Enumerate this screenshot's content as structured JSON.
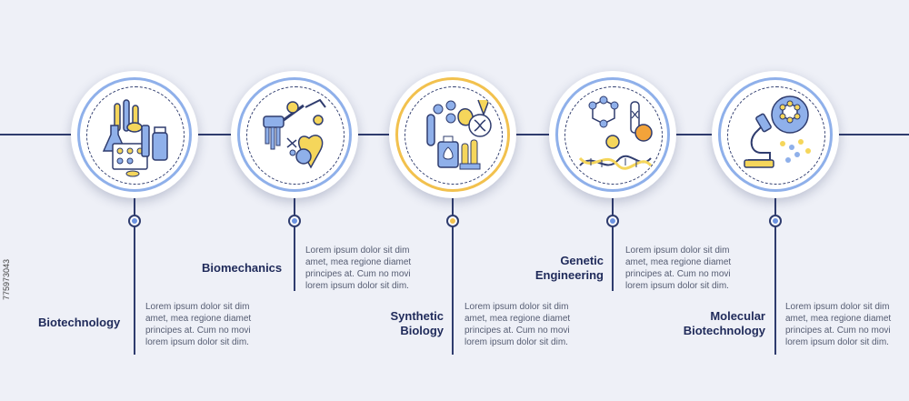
{
  "steps": [
    {
      "title": "Biotechnology",
      "icon": "biotech-lab-icon",
      "accent": "#8fb0ea",
      "desc": [
        "Lorem ipsum dolor sit dim",
        "amet, mea regione diamet",
        "principes at. Cum no movi",
        "lorem ipsum dolor sit dim."
      ]
    },
    {
      "title": "Biomechanics",
      "icon": "biomechanics-arm-heart-icon",
      "accent": "#8fb0ea",
      "desc": [
        "Lorem ipsum dolor sit dim",
        "amet, mea regione diamet",
        "principes at. Cum no movi",
        "lorem ipsum dolor sit dim."
      ]
    },
    {
      "title_lines": [
        "Synthetic",
        "Biology"
      ],
      "icon": "synthetic-biology-icon",
      "accent": "#f2c14e",
      "desc": [
        "Lorem ipsum dolor sit dim",
        "amet, mea regione diamet",
        "principes at. Cum no movi",
        "lorem ipsum dolor sit dim."
      ]
    },
    {
      "title_lines": [
        "Genetic",
        "Engineering"
      ],
      "icon": "dna-molecule-icon",
      "accent": "#8fb0ea",
      "desc": [
        "Lorem ipsum dolor sit dim",
        "amet, mea regione diamet",
        "principes at. Cum no movi",
        "lorem ipsum dolor sit dim."
      ]
    },
    {
      "title_lines": [
        "Molecular",
        "Biotechnology"
      ],
      "icon": "microscope-molecule-icon",
      "accent": "#8fb0ea",
      "desc": [
        "Lorem ipsum dolor sit dim",
        "amet, mea regione diamet",
        "principes at. Cum no movi",
        "lorem ipsum dolor sit dim."
      ]
    }
  ],
  "stock_id": "775973043",
  "colors": {
    "navy": "#2f3c6e",
    "blue": "#8fb0ea",
    "gold": "#f2c14e",
    "yellow": "#f5d65b",
    "background": "#eef0f7"
  }
}
